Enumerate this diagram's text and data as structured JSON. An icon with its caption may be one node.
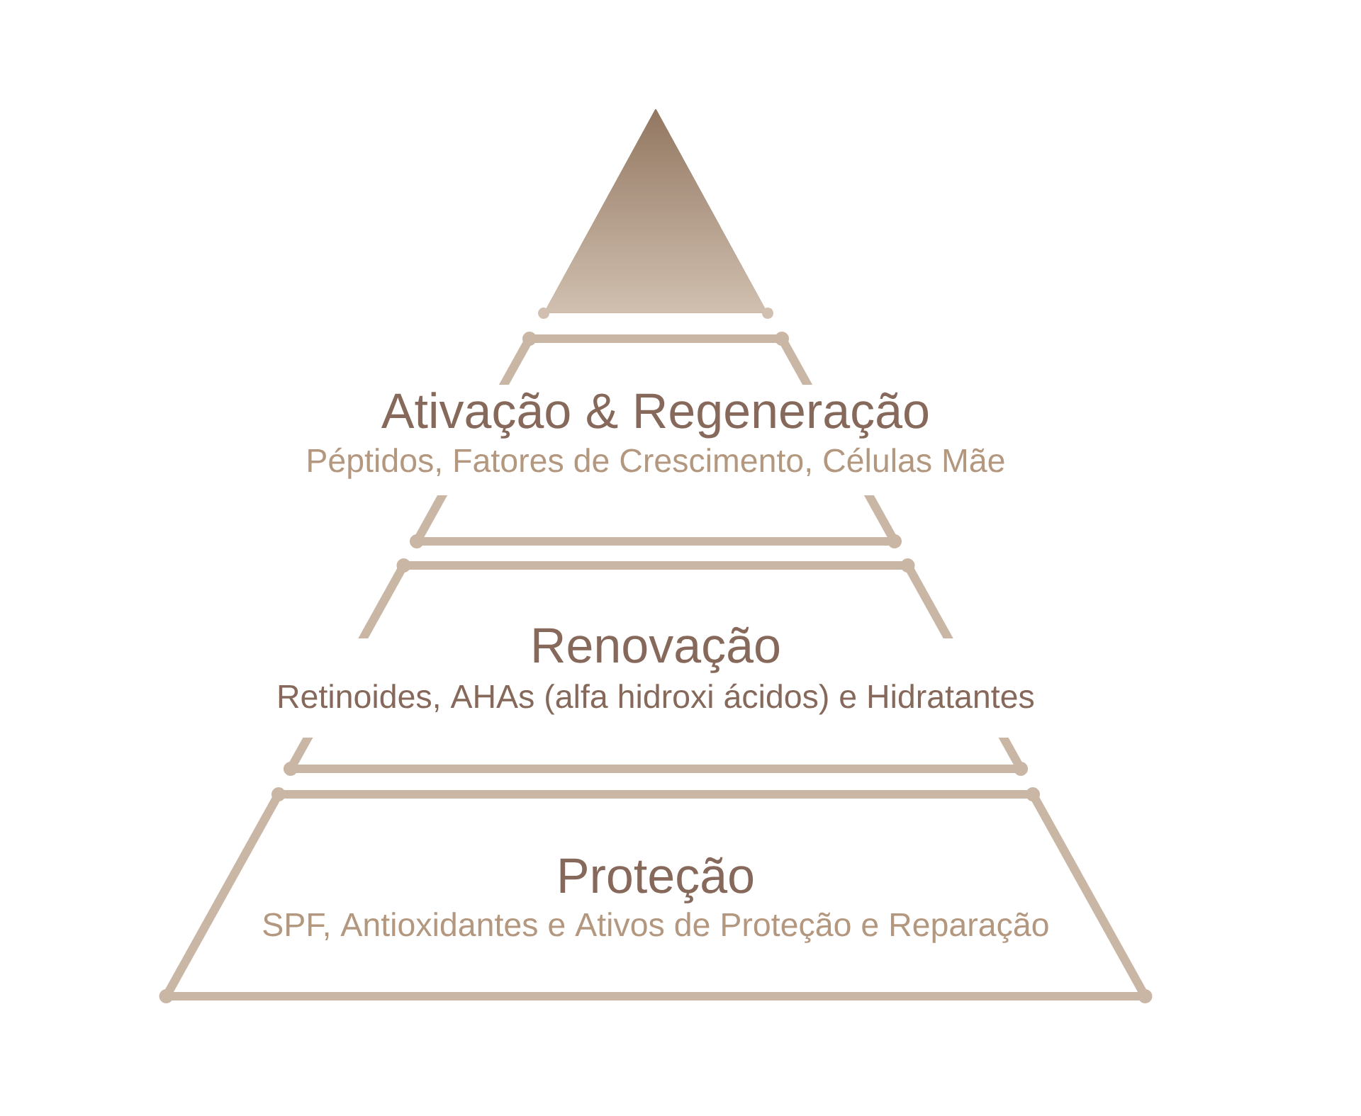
{
  "diagram": {
    "nodes": [
      {
        "text": [],
        "shape": "triangle"
      },
      {
        "text": [
          "Ativação & Regeneração",
          "Péptidos, Fatores de Crescimento, Células Mãe"
        ]
      },
      {
        "text": [
          "Renovação",
          "Retinoides, AHAs (alfa hidroxi ácidos) e Hidratantes"
        ]
      },
      {
        "text": [
          "Proteção",
          "SPF, Antioxidantes e Ativos de Proteção e Reparação"
        ]
      }
    ]
  }
}
